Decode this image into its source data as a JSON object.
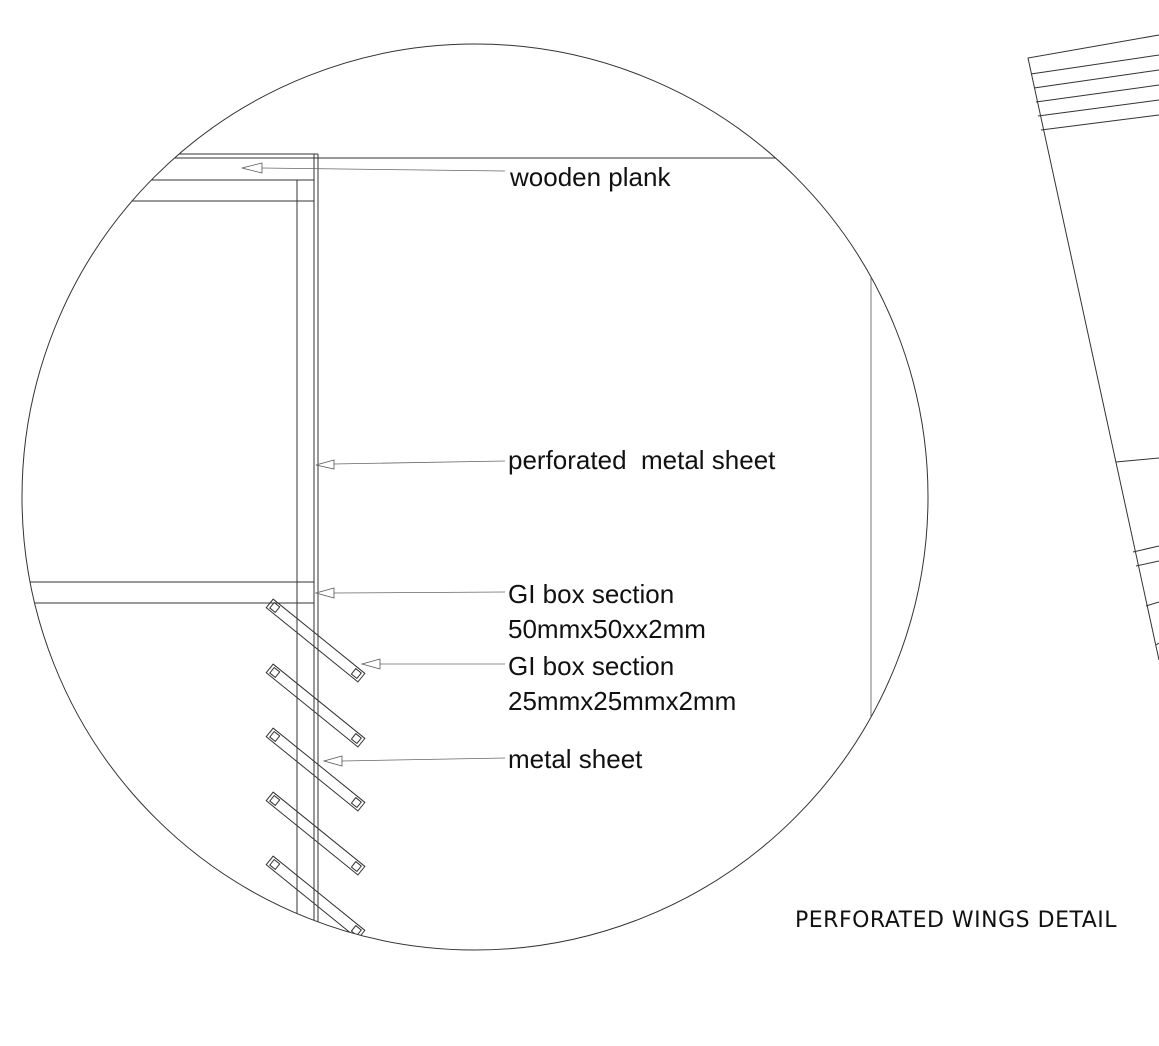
{
  "colors": {
    "line": "#333333",
    "text": "#111111",
    "background": "#ffffff"
  },
  "callouts": {
    "wooden_plank": "wooden plank",
    "perforated_metal_sheet": "perforated  metal sheet",
    "gi_box_large_line1": "GI box section",
    "gi_box_large_line2": "50mmx50xx2mm",
    "gi_box_small_line1": "GI box section",
    "gi_box_small_line2": "25mmx25mmx2mm",
    "metal_sheet": "metal sheet"
  },
  "title": "PERFORATED WINGS DETAIL"
}
